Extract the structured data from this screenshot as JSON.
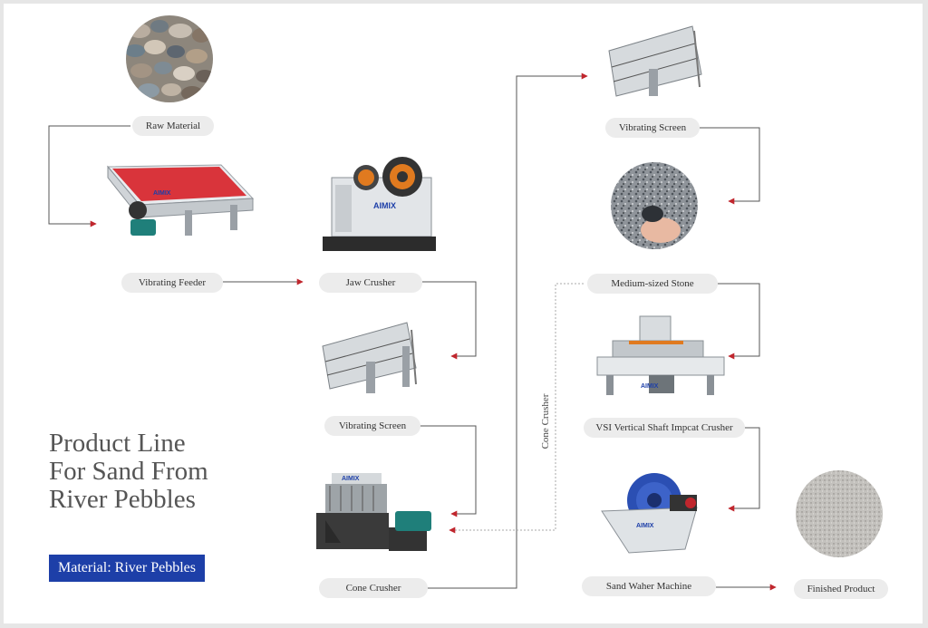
{
  "title_lines": [
    "Product Line",
    "For Sand From",
    "River Pebbles"
  ],
  "material_badge": "Material: River Pebbles",
  "labels": {
    "raw_material": "Raw Material",
    "vibrating_feeder": "Vibrating Feeder",
    "jaw_crusher": "Jaw Crusher",
    "vibrating_screen_1": "Vibrating Screen",
    "cone_crusher": "Cone Crusher",
    "vibrating_screen_2": "Vibrating Screen",
    "medium_stone": "Medium-sized Stone",
    "vsi_crusher": "VSI Vertical Shaft Impcat Crusher",
    "sand_washer": "Sand Waher Machine",
    "finished_product": "Finished Product",
    "dashed_return": "Cone Crusher"
  },
  "machine_logo_text": "AIMIX",
  "colors": {
    "arrow": "#c0262d",
    "line": "#555555",
    "badge": "#1d3fa8",
    "pill": "#ececec",
    "feeder_red": "#d9343b",
    "washer_blue": "#2b4fb3",
    "motor_teal": "#1f7f7a"
  }
}
